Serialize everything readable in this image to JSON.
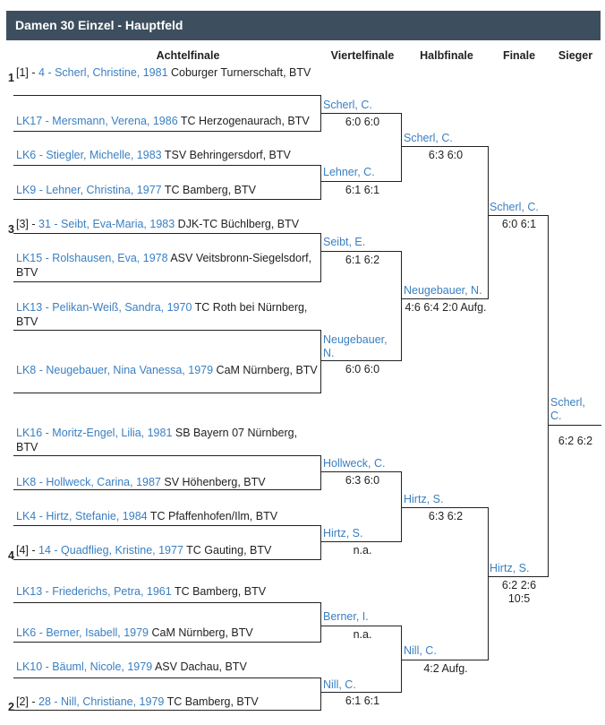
{
  "title": "Damen 30 Einzel - Hauptfeld",
  "columns": [
    "Achtelfinale",
    "Viertelfinale",
    "Halbfinale",
    "Finale",
    "Sieger"
  ],
  "r16": [
    {
      "seed": "1",
      "pre": "[1] - ",
      "link": "4 - Scherl, Christine, 1981",
      "club": " Coburger Turnerschaft, BTV"
    },
    {
      "seed": "",
      "pre": "",
      "link": "LK17 - Mersmann, Verena, 1986",
      "club": " TC Herzogenaurach, BTV"
    },
    {
      "seed": "",
      "pre": "",
      "link": "LK6 - Stiegler, Michelle, 1983",
      "club": " TSV Behringersdorf, BTV"
    },
    {
      "seed": "",
      "pre": "",
      "link": "LK9 - Lehner, Christina, 1977",
      "club": " TC Bamberg, BTV"
    },
    {
      "seed": "3",
      "pre": "[3] - ",
      "link": "31 - Seibt, Eva-Maria, 1983",
      "club": " DJK-TC Büchlberg, BTV"
    },
    {
      "seed": "",
      "pre": "",
      "link": "LK15 - Rolshausen, Eva, 1978",
      "club": " ASV Veitsbronn-Siegelsdorf, BTV"
    },
    {
      "seed": "",
      "pre": "",
      "link": "LK13 - Pelikan-Weiß, Sandra, 1970",
      "club": " TC Roth bei Nürnberg, BTV"
    },
    {
      "seed": "",
      "pre": "",
      "link": "LK8 - Neugebauer, Nina Vanessa, 1979",
      "club": " CaM Nürnberg, BTV"
    },
    {
      "seed": "",
      "pre": "",
      "link": "LK16 - Moritz-Engel, Lilia, 1981",
      "club": " SB Bayern 07 Nürnberg, BTV"
    },
    {
      "seed": "",
      "pre": "",
      "link": "LK8 - Hollweck, Carina, 1987",
      "club": " SV Höhenberg, BTV"
    },
    {
      "seed": "",
      "pre": "",
      "link": "LK4 - Hirtz, Stefanie, 1984",
      "club": " TC Pfaffenhofen/Ilm, BTV"
    },
    {
      "seed": "4",
      "pre": "[4] - ",
      "link": "14 - Quadflieg, Kristine, 1977",
      "club": " TC Gauting, BTV"
    },
    {
      "seed": "",
      "pre": "",
      "link": "LK13 - Friederichs, Petra, 1961",
      "club": " TC Bamberg, BTV"
    },
    {
      "seed": "",
      "pre": "",
      "link": "LK6 - Berner, Isabell, 1979",
      "club": " CaM Nürnberg, BTV"
    },
    {
      "seed": "",
      "pre": "",
      "link": "LK10 - Bäuml, Nicole, 1979",
      "club": " ASV Dachau, BTV"
    },
    {
      "seed": "2",
      "pre": "[2] - ",
      "link": "28 - Nill, Christiane, 1979",
      "club": " TC Bamberg, BTV"
    }
  ],
  "qf": [
    {
      "name": "Scherl, C.",
      "score": "6:0 6:0"
    },
    {
      "name": "Lehner, C.",
      "score": "6:1 6:1"
    },
    {
      "name": "Seibt, E.",
      "score": "6:1 6:2"
    },
    {
      "name": "Neugebauer, N.",
      "score": "6:0 6:0"
    },
    {
      "name": "Hollweck, C.",
      "score": "6:3 6:0"
    },
    {
      "name": "Hirtz, S.",
      "score": "n.a."
    },
    {
      "name": "Berner, I.",
      "score": "n.a."
    },
    {
      "name": "Nill, C.",
      "score": "6:1 6:1"
    }
  ],
  "sf": [
    {
      "name": "Scherl, C.",
      "score": "6:3 6:0"
    },
    {
      "name": "Neugebauer, N.",
      "score": "4:6 6:4 2:0 Aufg."
    },
    {
      "name": "Hirtz, S.",
      "score": "6:3 6:2"
    },
    {
      "name": "Nill, C.",
      "score": "4:2 Aufg."
    }
  ],
  "final": [
    {
      "name": "Scherl, C.",
      "score": "6:0 6:1"
    },
    {
      "name": "Hirtz, S.",
      "score": "6:2 2:6 10:5"
    }
  ],
  "winner": {
    "name": "Scherl, C.",
    "score": "6:2 6:2"
  }
}
